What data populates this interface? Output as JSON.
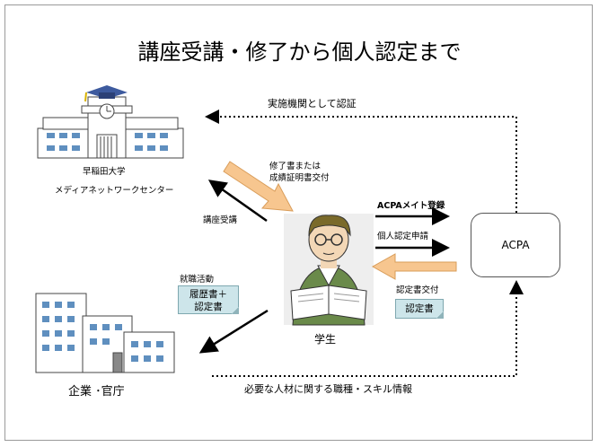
{
  "title": "講座受講・修了から個人認定まで",
  "labels": {
    "certify_institution": "実施機関として認証",
    "university_name": "早稲田大学",
    "university_center": "メディアネットワークセンター",
    "completion_cert": "修了書または",
    "grade_cert": "成績証明書交付",
    "course_attend": "講座受講",
    "acpa_member": "ACPAメイト登録",
    "personal_cert_apply": "個人認定申請",
    "acpa": "ACPA",
    "job_hunting": "就職活動",
    "resume_doc_1": "履歴書＋",
    "resume_doc_2": "認定書",
    "cert_issue": "認定書交付",
    "cert_doc": "認定書",
    "student": "学生",
    "company": "企業 ･官庁",
    "skill_info": "必要な人材に関する職種・スキル情報"
  },
  "colors": {
    "orange_arrow": "#f7c68f",
    "doc_fill": "#cde5ea",
    "building_window": "#5f8fbf",
    "cap": "#3d5a9e"
  }
}
